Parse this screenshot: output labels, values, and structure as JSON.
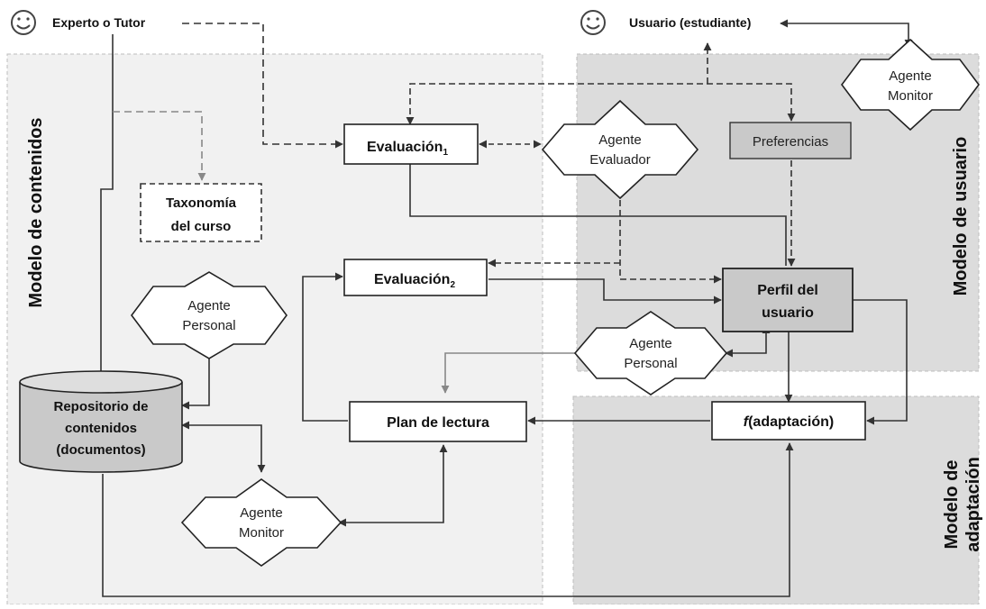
{
  "actors": {
    "expert": "Experto o Tutor",
    "student": "Usuario (estudiante)"
  },
  "regions": {
    "content_model": "Modelo de contenidos",
    "user_model": "Modelo de usuario",
    "adaptation_model_line1": "Modelo de",
    "adaptation_model_line2": "adaptación"
  },
  "nodes": {
    "evaluation1": {
      "text": "Evaluación",
      "sub": "1"
    },
    "evaluation2": {
      "text": "Evaluación",
      "sub": "2"
    },
    "taxonomy": {
      "line1": "Taxonomía",
      "line2": "del curso"
    },
    "preferences": "Preferencias",
    "user_profile": {
      "line1": "Perfil del",
      "line2": "usuario"
    },
    "reading_plan": "Plan de lectura",
    "adaptation_fn": {
      "f": "f",
      "rest": "(adaptación)"
    },
    "repository": {
      "line1": "Repositorio de",
      "line2": "contenidos",
      "line3": "(documentos)"
    }
  },
  "agents": {
    "evaluator": {
      "line1": "Agente",
      "line2": "Evaluador"
    },
    "monitor_user": {
      "line1": "Agente",
      "line2": "Monitor"
    },
    "personal_content": {
      "line1": "Agente",
      "line2": "Personal"
    },
    "personal_user": {
      "line1": "Agente",
      "line2": "Personal"
    },
    "monitor_content": {
      "line1": "Agente",
      "line2": "Monitor"
    }
  },
  "colors": {
    "content_region": "#f1f1f1",
    "user_region": "#dcdcdc",
    "node_fill": "#ffffff",
    "node_dark": "#c9c9c9",
    "line": "#333333",
    "line_gray": "#888888"
  }
}
